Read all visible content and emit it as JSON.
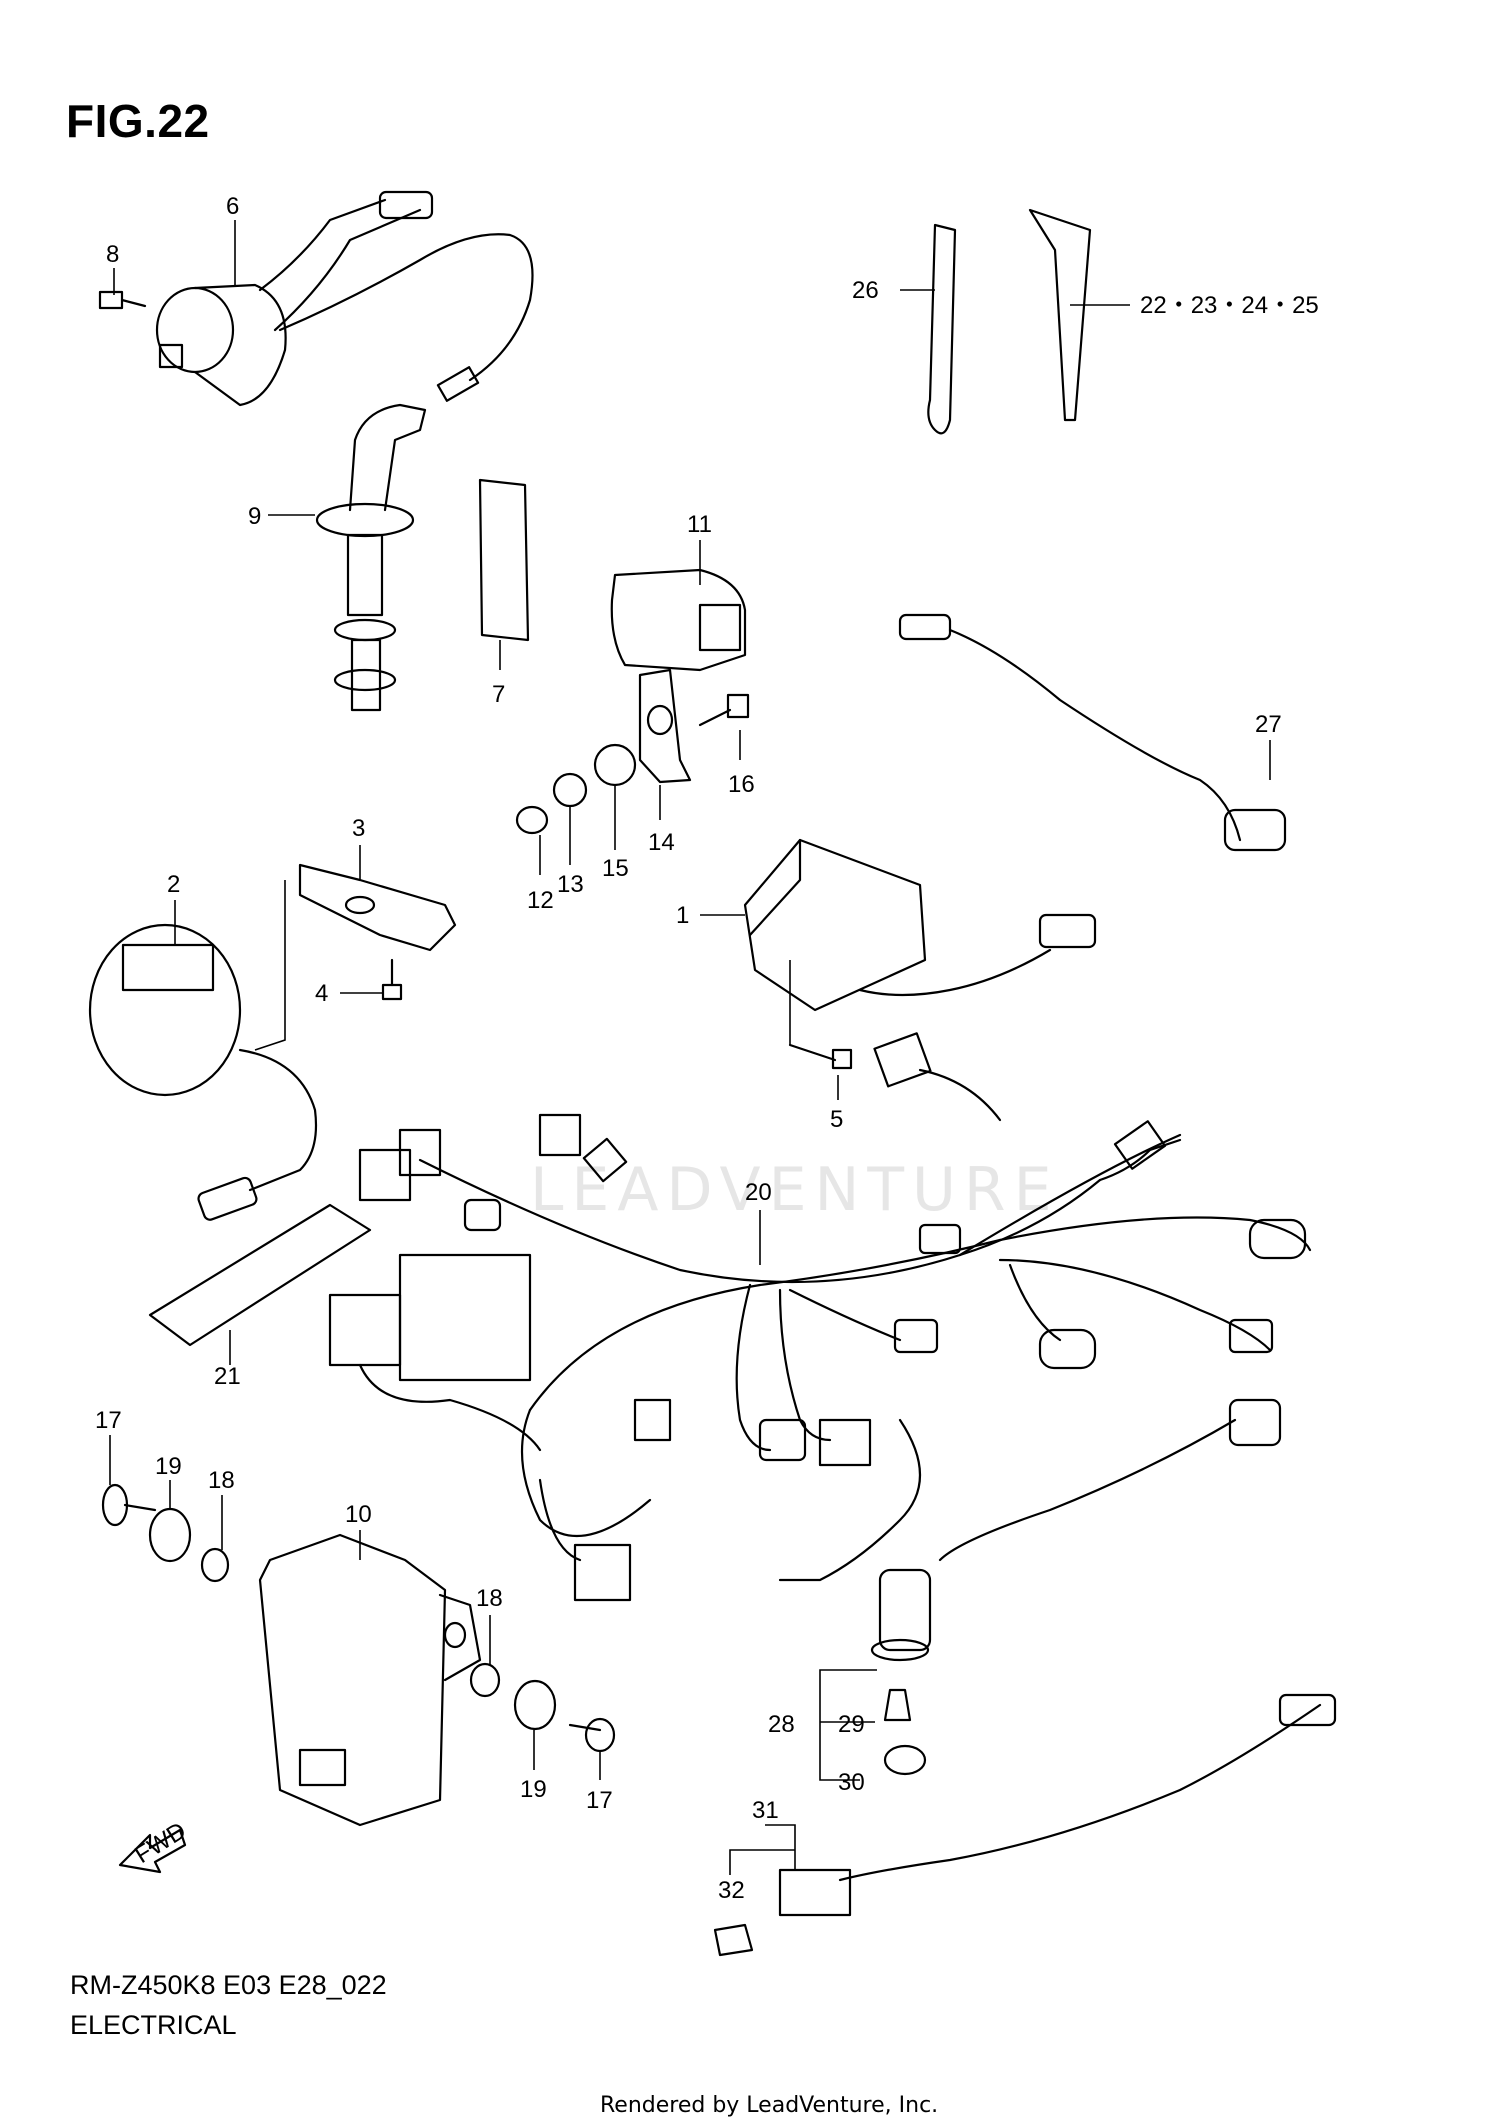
{
  "figure": {
    "title": "FIG.22",
    "model_code": "RM-Z450K8 E03 E28_022",
    "section": "ELECTRICAL",
    "credit": "Rendered by LeadVenture, Inc.",
    "watermark": "LEADVENTURE",
    "fwd_label": "FWD"
  },
  "callouts": {
    "c1": "1",
    "c2": "2",
    "c3": "3",
    "c4": "4",
    "c5": "5",
    "c6": "6",
    "c7": "7",
    "c8": "8",
    "c9": "9",
    "c10": "10",
    "c11": "11",
    "c12": "12",
    "c13": "13",
    "c14": "14",
    "c15": "15",
    "c16": "16",
    "c17a": "17",
    "c17b": "17",
    "c18a": "18",
    "c18b": "18",
    "c19a": "19",
    "c19b": "19",
    "c20": "20",
    "c21": "21",
    "c22_25": "22・23・24・25",
    "c26": "26",
    "c27": "27",
    "c28": "28",
    "c29": "29",
    "c30": "30",
    "c31": "31",
    "c32": "32"
  },
  "colors": {
    "line": "#000000",
    "watermark": "#e6e6e6"
  }
}
